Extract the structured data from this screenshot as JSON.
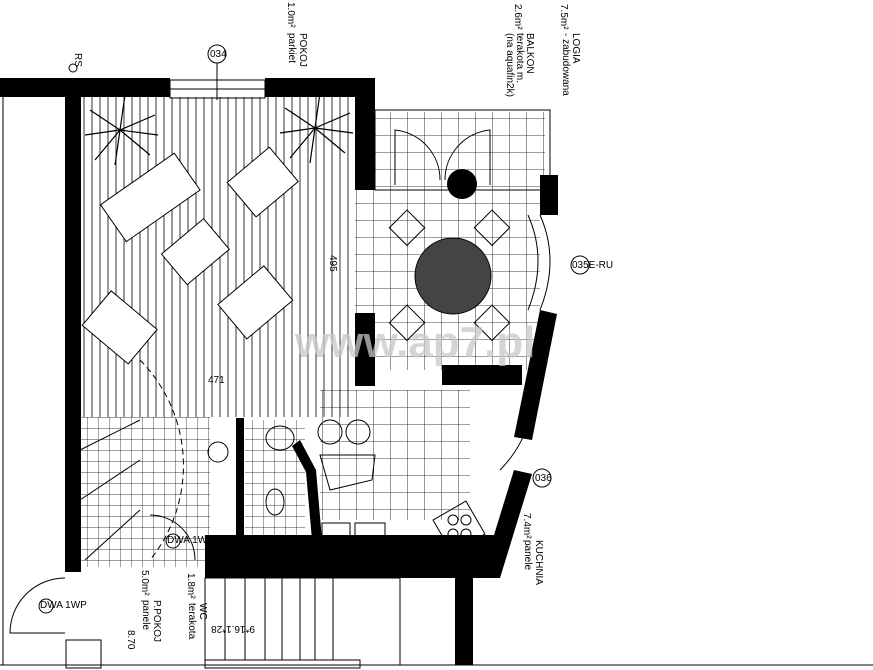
{
  "rooms": {
    "pokoj": {
      "name": "POKOJ",
      "area": "1.0m²",
      "floor": "parkiet"
    },
    "balkon": {
      "name": "BALKON",
      "area": "2.6m²",
      "floor": "terakota m.",
      "note": "(na aquafin2k)"
    },
    "logia": {
      "name": "LOGIA",
      "area": "7.5m²",
      "floor": "- zabudowana"
    },
    "kuchnia": {
      "name": "KUCHNIA",
      "area": "7.4m²",
      "floor": "panele"
    },
    "wc": {
      "name": "WC",
      "area": "1.8m²",
      "floor": "terakota"
    },
    "ppokoj": {
      "name": "P.POKOJ",
      "area": "5.0m²",
      "floor": "panele"
    }
  },
  "markers": {
    "window_top": "034",
    "window_right": "035E-RU",
    "window_kitchen": "036",
    "rs": "RS",
    "door_1": "DWA 1WP",
    "door_2": "DWA 1WP"
  },
  "dimensions": {
    "height": "495",
    "width": "471",
    "stairs": "9*16.1*28",
    "level": "8.70"
  },
  "watermark": "www.ap7.pl"
}
